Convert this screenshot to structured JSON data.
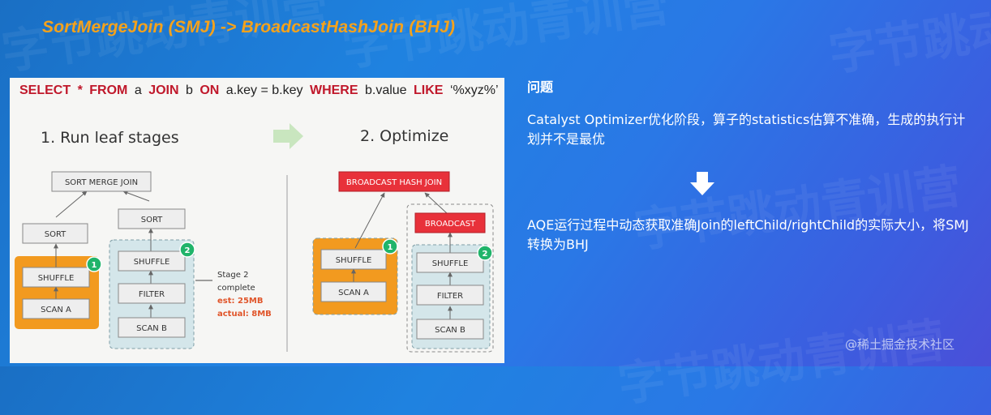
{
  "slide": {
    "title": "SortMergeJoin (SMJ) -> BroadcastHashJoin (BHJ)",
    "watermark": "@稀土掘金技术社区",
    "bg_watermark": "字节跳动青训营"
  },
  "diagram": {
    "query": {
      "select": "SELECT",
      "star": "*",
      "from": "FROM",
      "a": "a",
      "join": "JOIN",
      "b": "b",
      "on": "ON",
      "cond": "a.key = b.key",
      "where": "WHERE",
      "col": "b.value",
      "like": "LIKE",
      "pattern": "‘%xyz%’"
    },
    "left_heading": "1.  Run leaf stages",
    "right_heading": "2. Optimize",
    "left": {
      "root": "SORT MERGE JOIN",
      "sort_a": "SORT",
      "sort_b": "SORT",
      "shuffle_a": "SHUFFLE",
      "scan_a": "SCAN A",
      "shuffle_b": "SHUFFLE",
      "filter_b": "FILTER",
      "scan_b": "SCAN B",
      "badge1": "1",
      "badge2": "2"
    },
    "stage_note": {
      "line1": "Stage 2",
      "line2": "complete",
      "est": "est: 25MB",
      "actual": "actual: 8MB"
    },
    "right": {
      "root": "BROADCAST HASH JOIN",
      "broadcast": "BROADCAST",
      "shuffle_a": "SHUFFLE",
      "scan_a": "SCAN A",
      "shuffle_b": "SHUFFLE",
      "filter_b": "FILTER",
      "scan_b": "SCAN B",
      "badge1": "1",
      "badge2": "2"
    }
  },
  "panel": {
    "section_title": "问题",
    "para1": "Catalyst Optimizer优化阶段，算子的statistics估算不准确，生成的执行计划并不是最优",
    "para2": "AQE运行过程中动态获取准确Join的leftChild/rightChild的实际大小，将SMJ转换为BHJ"
  },
  "colors": {
    "title": "#f5a21b",
    "keyword_red": "#c0182b",
    "orange_box": "#f29a1f",
    "blue_box": "#d4e6ea",
    "badge_green": "#20b46a",
    "broadcast_red": "#e8313a",
    "arrow_green": "#c9e6bf"
  }
}
